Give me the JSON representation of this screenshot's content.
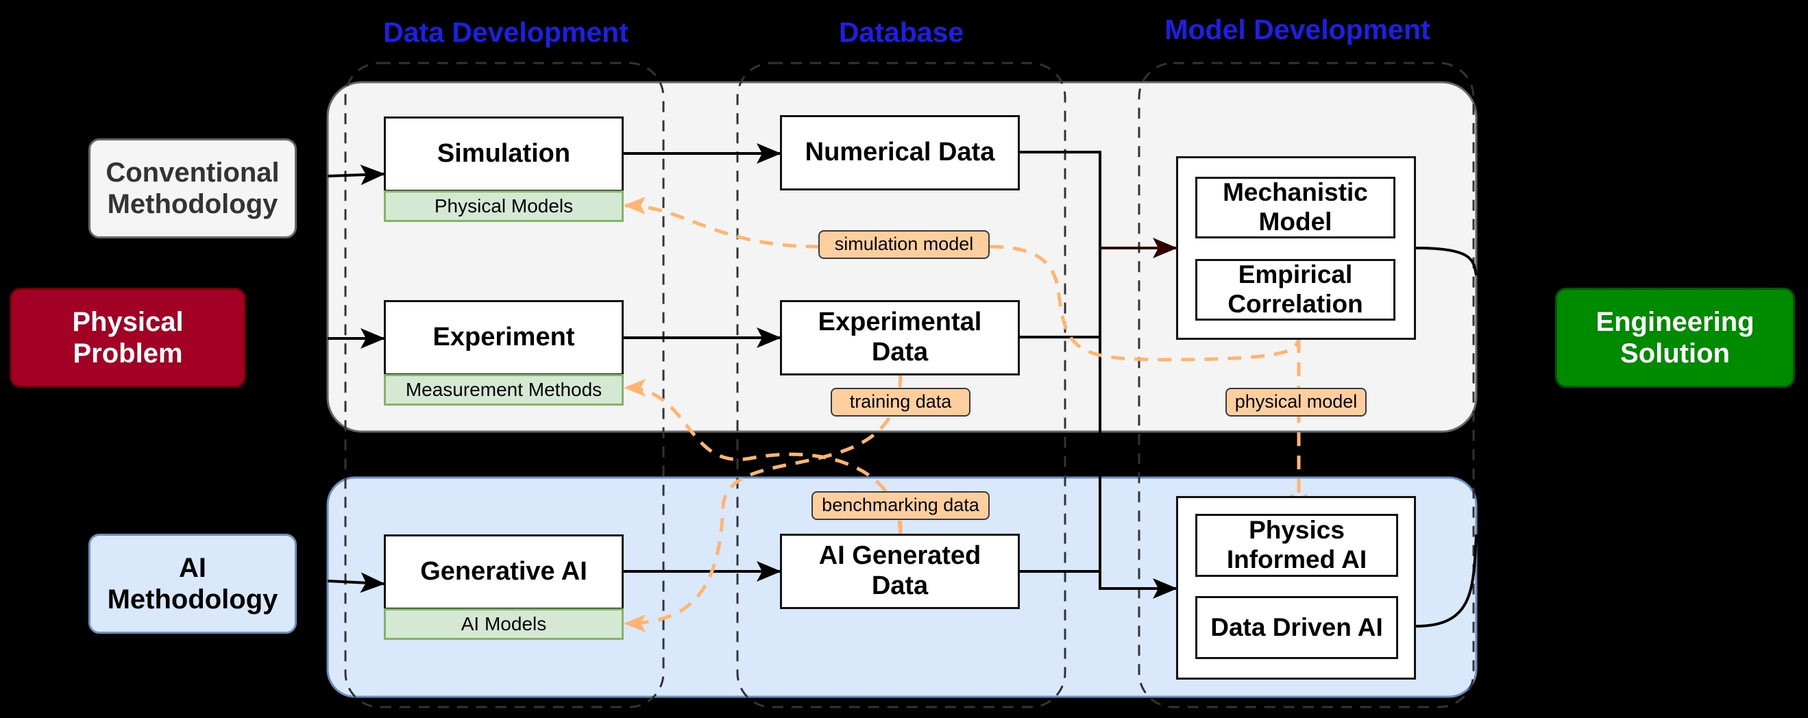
{
  "columns": {
    "data_development": "Data Development",
    "database": "Database",
    "model_development": "Model Development"
  },
  "inputs": {
    "conventional": "Conventional Methodology",
    "physical_problem": "Physical Problem",
    "ai": "AI Methodology"
  },
  "output": {
    "engineering_solution": "Engineering Solution"
  },
  "data_development": {
    "simulation": {
      "title": "Simulation",
      "sub": "Physical Models"
    },
    "experiment": {
      "title": "Experiment",
      "sub": "Measurement Methods"
    },
    "generative_ai": {
      "title": "Generative AI",
      "sub": "AI Models"
    }
  },
  "database": {
    "numerical": "Numerical Data",
    "experimental": "Experimental Data",
    "ai_generated": "AI Generated Data"
  },
  "models": {
    "mechanistic": "Mechanistic Model",
    "empirical": "Empirical Correlation",
    "physics_informed": "Physics Informed AI",
    "data_driven": "Data Driven AI"
  },
  "flow_labels": {
    "simulation_model": "simulation model",
    "training_data": "training data",
    "physical_model": "physical model",
    "benchmarking_data": "benchmarking data"
  },
  "colors": {
    "header_blue": "#1e1ee6",
    "conventional_panel": "#f4f4f4",
    "ai_panel": "#dae8fc",
    "physical_problem": "#a20025",
    "engineering_solution": "#008a00",
    "sub_green": "#d5e8d4",
    "tag_orange": "#ffce9f",
    "dashed_orange": "#ffb570"
  }
}
